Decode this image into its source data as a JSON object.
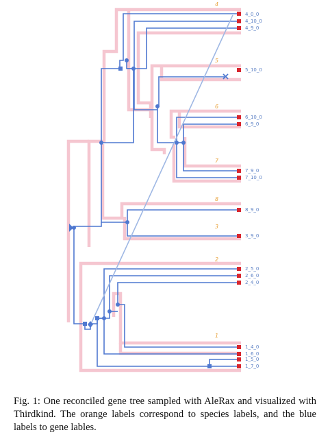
{
  "figure": {
    "species_labels": [
      "4",
      "5",
      "6",
      "7",
      "8",
      "3",
      "2",
      "1"
    ],
    "gene_labels": [
      "4_0_0",
      "4_10_0",
      "4_9_0",
      "5_10_0",
      "6_10_0",
      "6_9_0",
      "7_9_0",
      "7_10_0",
      "8_9_0",
      "3_9_0",
      "2_5_0",
      "2_6_0",
      "2_4_0",
      "1_4_0",
      "1_6_0",
      "1_5_0",
      "1_7_0"
    ],
    "colors": {
      "species_tube": "#f5c6d0",
      "gene_tree": "#4f78d0",
      "transfer": "#9fb8e4",
      "leaf_marker": "#d8262e",
      "species_label": "#e8a23c",
      "gene_label": "#5a7fc4"
    }
  },
  "caption": {
    "text": "Fig. 1: One reconciled gene tree sampled with AleRax and visualized with Thirdkind. The orange labels correspond to species labels, and the blue labels to gene lables."
  }
}
